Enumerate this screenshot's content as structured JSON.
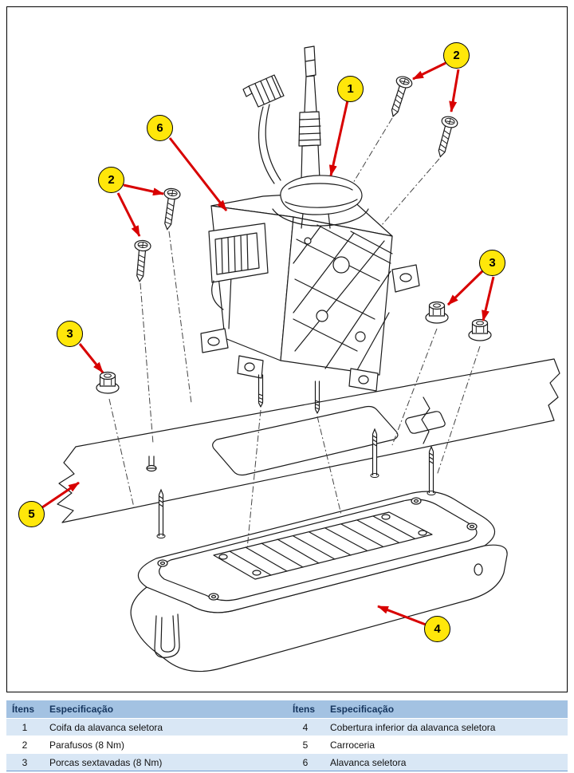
{
  "diagram": {
    "callouts": [
      {
        "label": "1"
      },
      {
        "label": "2"
      },
      {
        "label": "2"
      },
      {
        "label": "3"
      },
      {
        "label": "3"
      },
      {
        "label": "4"
      },
      {
        "label": "5"
      },
      {
        "label": "6"
      }
    ],
    "colors": {
      "callout_yellow": "#ffe70a",
      "arrow_red": "#d80000",
      "line_black": "#1a1a1a"
    }
  },
  "table": {
    "header": {
      "items": "Ítens",
      "spec": "Especificação"
    },
    "colors": {
      "header_blue": "#a3c2e2",
      "row_blue": "#d9e7f5",
      "header_text": "#15355e"
    },
    "rows": [
      {
        "left_item": "1",
        "left_spec": "Coifa da alavanca seletora",
        "right_item": "4",
        "right_spec": "Cobertura inferior da alavanca seletora"
      },
      {
        "left_item": "2",
        "left_spec": "Parafusos (8 Nm)",
        "right_item": "5",
        "right_spec": "Carroceria"
      },
      {
        "left_item": "3",
        "left_spec": "Porcas sextavadas (8 Nm)",
        "right_item": "6",
        "right_spec": "Alavanca seletora"
      }
    ]
  }
}
